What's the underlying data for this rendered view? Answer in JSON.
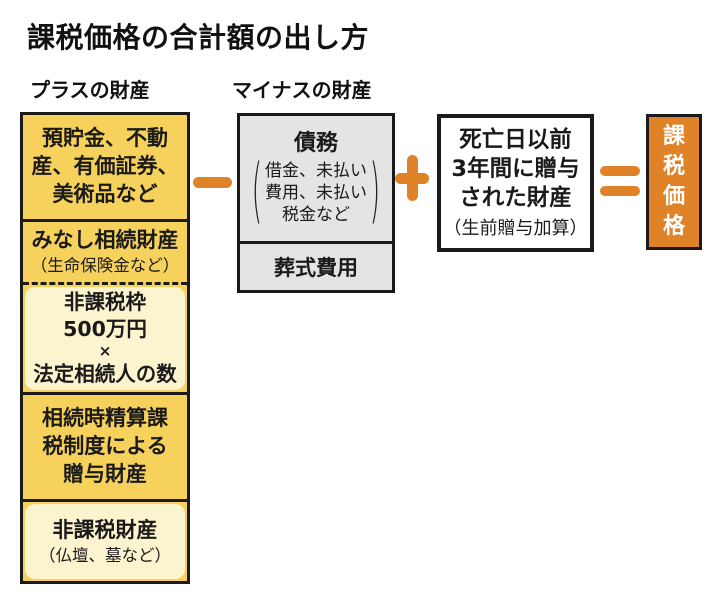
{
  "title": "課税価格の合計額の出し方",
  "plus_assets": {
    "header": "プラスの財産",
    "box1": "預貯金、不動\n産、有価証券、\n美術品など",
    "box2_title": "みなし相続財産",
    "box2_sub": "（生命保険金など）",
    "box3_top": "非課税枠\n500万円",
    "box3_times": "×",
    "box3_bottom": "法定相続人の数",
    "box4": "相続時精算課\n税制度による\n贈与財産",
    "box5_title": "非課税財産",
    "box5_sub": "（仏壇、墓など）"
  },
  "minus_assets": {
    "header": "マイナスの財産",
    "debt_title": "債務",
    "debt_detail": "借金、未払い\n費用、未払い\n税金など",
    "paren_open": "(",
    "paren_close": ")",
    "funeral": "葬式費用"
  },
  "gift_box": {
    "title": "死亡日以前\n3年間に贈与\nされた財産",
    "sub": "（生前贈与加算）"
  },
  "result": {
    "label": "課税価格"
  },
  "operators": {
    "minus": "−",
    "plus": "＋",
    "equals": "＝"
  },
  "colors": {
    "yellow": "#f6d15c",
    "cream": "#fcf3cf",
    "gray": "#e4e4e2",
    "orange": "#e08228",
    "ink": "#1a1a1a"
  }
}
